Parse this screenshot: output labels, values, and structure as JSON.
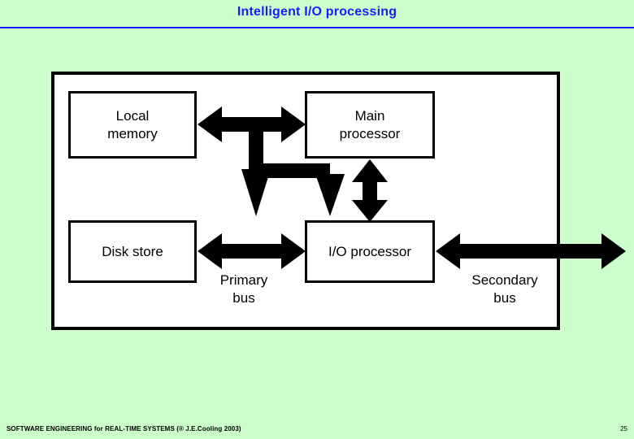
{
  "slide": {
    "title": "Intelligent I/O processing",
    "background_color": "#ccffcc",
    "title_color": "#1a1aff"
  },
  "diagram": {
    "nodes": [
      {
        "id": "local-memory",
        "label": "Local\nmemory"
      },
      {
        "id": "main-processor",
        "label": "Main\nprocessor"
      },
      {
        "id": "disk-store",
        "label": "Disk store"
      },
      {
        "id": "io-processor",
        "label": "I/O processor"
      }
    ],
    "labels": [
      {
        "id": "primary-bus",
        "text": "Primary\nbus"
      },
      {
        "id": "secondary-bus",
        "text": "Secondary\nbus"
      }
    ],
    "connectors": [
      {
        "id": "local-memory-to-main-processor",
        "type": "double-arrow-horizontal"
      },
      {
        "id": "main-processor-to-io-processor",
        "type": "double-arrow-vertical"
      },
      {
        "id": "main-processor-to-disk-store",
        "type": "elbow-arrow-down"
      },
      {
        "id": "disk-store-to-io-processor",
        "type": "double-arrow-horizontal"
      },
      {
        "id": "io-processor-to-secondary-bus",
        "type": "double-arrow-horizontal"
      }
    ]
  },
  "footer": {
    "note": "SOFTWARE ENGINEERING for REAL-TIME SYSTEMS (® J.E.Cooling 2003)",
    "page_number": "25"
  }
}
